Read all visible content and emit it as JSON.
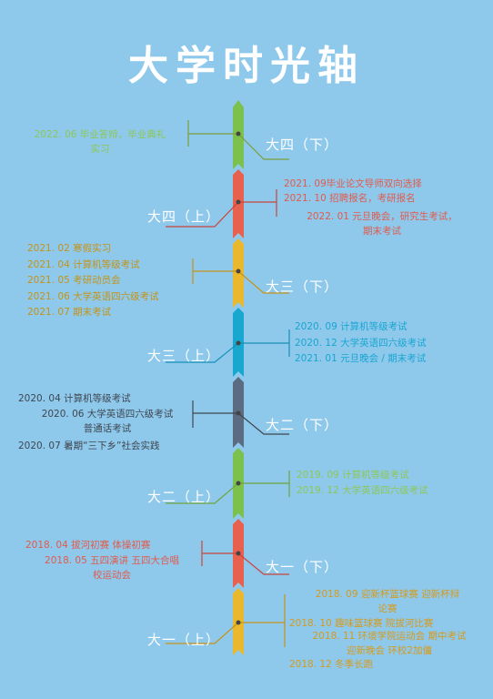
{
  "title": "大学时光轴",
  "colors": {
    "background": "#8ec9ec",
    "green": "#7cc04e",
    "red": "#e8604e",
    "yellow": "#e9b82c",
    "blue": "#17a7cf",
    "slate": "#5b6b82",
    "green_text": "#8cc857",
    "red_text": "#e25a4c",
    "yellow_text": "#c49319",
    "blue_text": "#1aa5d1",
    "slate_text": "#3f4650",
    "orange_text": "#d69a1c"
  },
  "stages": [
    {
      "label": "大四（下）"
    },
    {
      "label": "大四（上）"
    },
    {
      "label": "大三（下）"
    },
    {
      "label": "大三（上）"
    },
    {
      "label": "大二（下）"
    },
    {
      "label": "大二（上）"
    },
    {
      "label": "大一（下）"
    },
    {
      "label": "大一（上）"
    }
  ],
  "events": [
    [
      "2022. 06  毕业答辩，毕业典礼\n实习"
    ],
    [
      "2021. 09毕业论文导师双向选择",
      "2021. 10  招聘报名，考研报名",
      "2022. 01  元旦晚会，研究生考试，\n期末考试"
    ],
    [
      "2021. 02  寒假实习",
      "2021. 04  计算机等级考试",
      "2021. 05  考研动员会",
      "2021. 06  大学英语四六级考试",
      "2021. 07  期末考试"
    ],
    [
      "2020. 09  计算机等级考试",
      "2020. 12  大学英语四六级考试",
      "2021. 01  元旦晚会 / 期末考试"
    ],
    [
      "2020. 04  计算机等级考试",
      "2020. 06  大学英语四六级考试\n普通话考试",
      "2020. 07  暑期“三下乡”社会实践"
    ],
    [
      "2019. 09  计算机等级考试",
      "2019. 12  大学英语四六级考试"
    ],
    [
      "2018. 04  拔河初赛  体操初赛",
      "2018. 05  五四演讲  五四大合唱\n校运动会"
    ],
    [
      "2018. 09  迎新杯篮球赛   迎新杯辩\n论赛",
      "2018. 10  趣味篮球赛   院拔河比赛",
      "2018. 11  环境学院运动会    期中考试\n迎新晚会  环校2加僵",
      "2018. 12  冬季长跑"
    ]
  ]
}
